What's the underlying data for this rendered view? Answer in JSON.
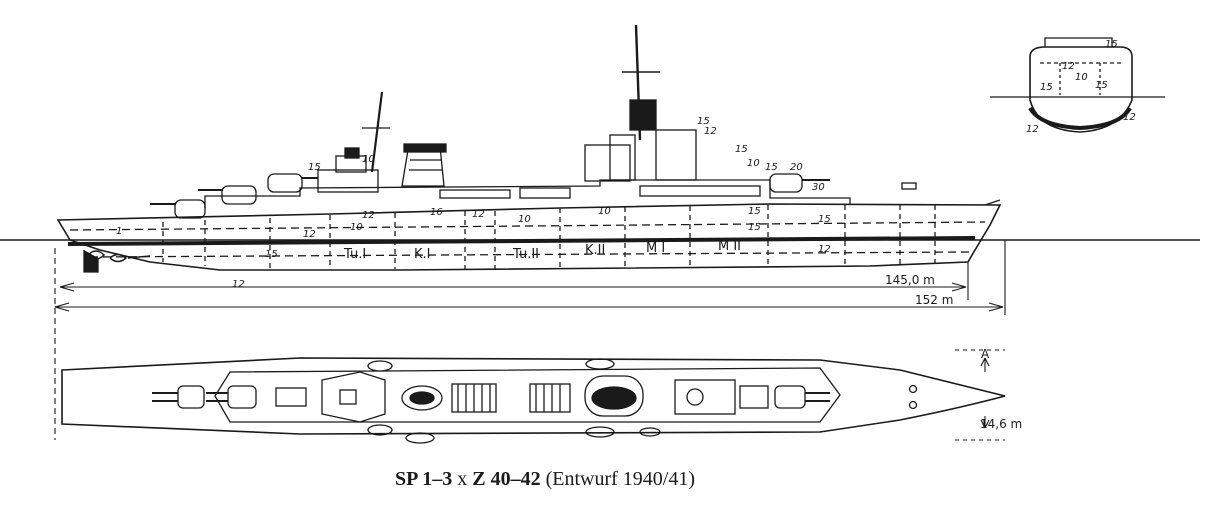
{
  "caption": {
    "prefix": "SP 1–3",
    "joiner": "x",
    "ships": "Z 40–42",
    "note": "(Entwurf 1940/41)"
  },
  "compartments": [
    "Tu.I",
    "K.I",
    "Tu.II",
    "K.II",
    "M I",
    "M II"
  ],
  "armor": {
    "belt_fore": "1",
    "belt_a": "15",
    "belt_b": "12",
    "belt_c": "10",
    "deck": "12",
    "side_mid": "10",
    "side_15a": "15",
    "side_15b": "15",
    "side_15c": "15",
    "side_12": "12",
    "turret_15": "15",
    "turret_20": "20",
    "turret_30": "30",
    "bridge_10": "10",
    "bridge_15": "15",
    "funnel_10": "10",
    "mast_15": "15",
    "mast_12": "12",
    "deck_16": "16",
    "keel_12": "12",
    "aft_12": "12"
  },
  "section_labels": {
    "top": "15",
    "inner": "12",
    "center": "10",
    "left": "15",
    "right": "15",
    "bottom_left": "12",
    "bottom_right": "12"
  },
  "dimensions": {
    "waterline_length": "145,0 m",
    "overall_length": "152 m",
    "beam": "14,6 m",
    "section_mark": "A"
  }
}
